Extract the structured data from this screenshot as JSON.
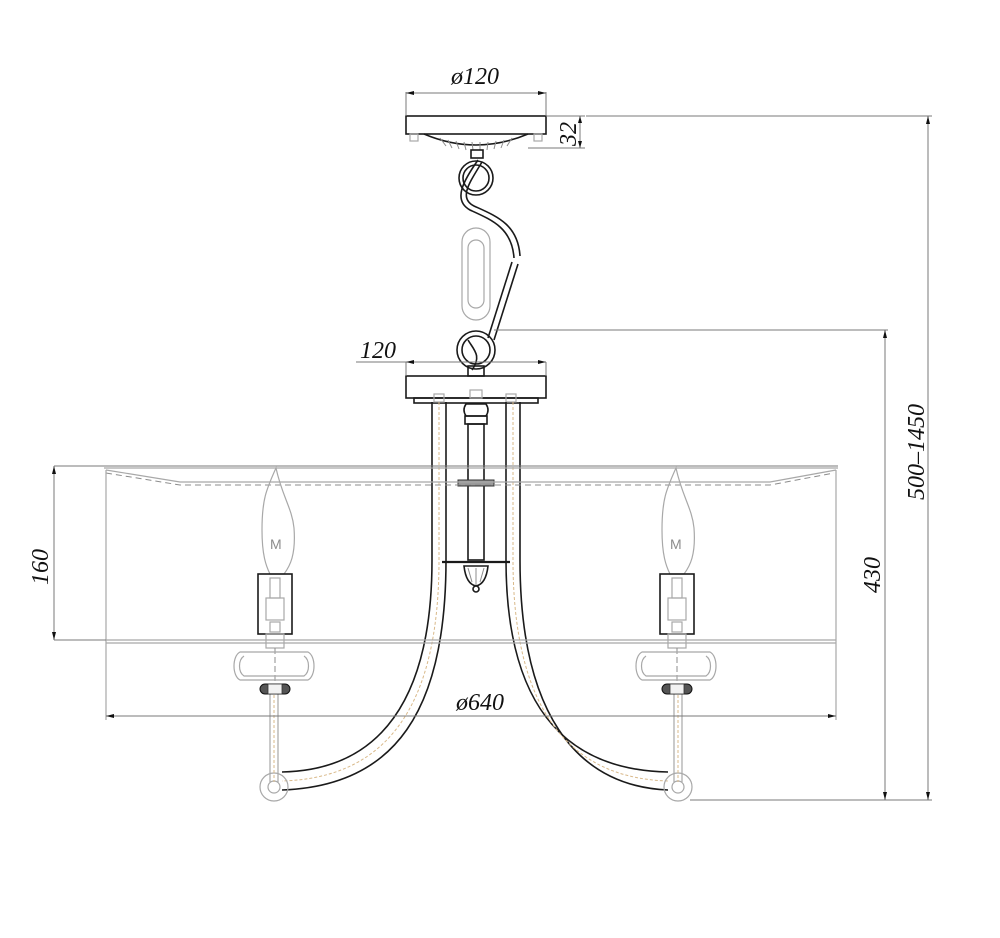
{
  "title": "Chandelier technical dimension drawing",
  "colors": {
    "line": "#1a1a1a",
    "dimension_line": "#7a7a7a",
    "shade_outline": "#a8a8a8",
    "wire_core": "#d9b98a",
    "background": "#ffffff"
  },
  "dimensions": {
    "canopy_diameter": "ø120",
    "canopy_height": "32",
    "center_plate_width": "120",
    "shade_height": "160",
    "shade_diameter": "ø640",
    "body_height": "430",
    "total_height_range": "500–1450"
  },
  "components": [
    {
      "name": "ceiling-canopy"
    },
    {
      "name": "suspension-chain"
    },
    {
      "name": "center-plate"
    },
    {
      "name": "center-stem-with-finial"
    },
    {
      "name": "curved-arms",
      "count": 2
    },
    {
      "name": "candle-bulbs",
      "count": 2,
      "bulb_glyph": "M"
    },
    {
      "name": "drum-shade"
    },
    {
      "name": "bobeche-cups",
      "count": 2
    }
  ]
}
